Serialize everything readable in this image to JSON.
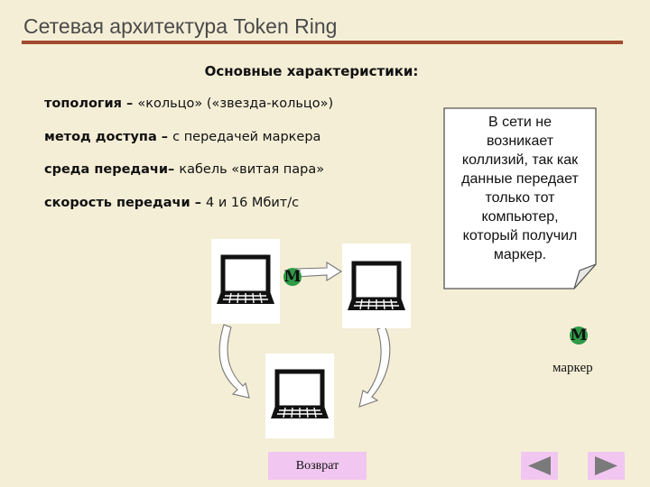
{
  "slide": {
    "title": "Сетевая архитектура  Token Ring",
    "subtitle": "Основные характеристики:"
  },
  "properties": [
    {
      "term": "топология",
      "separator": " – ",
      "value": "«кольцо» («звезда-кольцо»)"
    },
    {
      "term": "метод  доступа",
      "separator": " – ",
      "value": "с передачей маркера"
    },
    {
      "term": "среда передачи",
      "separator": "– ",
      "value": "кабель «витая пара»"
    },
    {
      "term": "скорость передачи",
      "separator": " – ",
      "value": "4 и 16 Мбит/с"
    }
  ],
  "note": {
    "lines": [
      "В сети не",
      "возникает",
      "коллизий, так как",
      "данные передает",
      "только тот",
      "компьютер,",
      "который получил",
      "маркер."
    ]
  },
  "token": {
    "symbol": "M",
    "legend_label": "маркер",
    "color": "#2e9a48"
  },
  "nav": {
    "return_label": "Возврат",
    "prev_icon": "triangle-left-icon",
    "next_icon": "triangle-right-icon",
    "button_color": "#f1c7f1",
    "arrow_color": "#7a7a7a"
  },
  "colors": {
    "background": "#f4eed6",
    "title_rule": "#a14a2f"
  }
}
